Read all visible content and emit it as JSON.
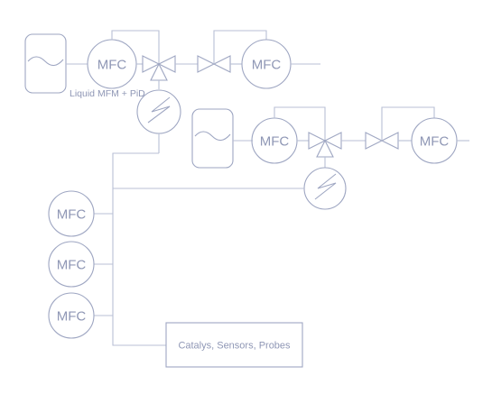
{
  "labels": {
    "mfc": "MFC",
    "liquid_mfm": "Liquid MFM + PiD",
    "output_box": "Catalys, Sensors, Probes"
  },
  "icons": {
    "tank": "liquid-tank-icon",
    "valve": "gate-valve-icon",
    "three_way_valve": "three-way-valve-icon",
    "evaporator": "evaporator-coil-icon"
  },
  "colors": {
    "line": "#b9bfd4",
    "text": "#8f97b5",
    "background": "#ffffff"
  }
}
